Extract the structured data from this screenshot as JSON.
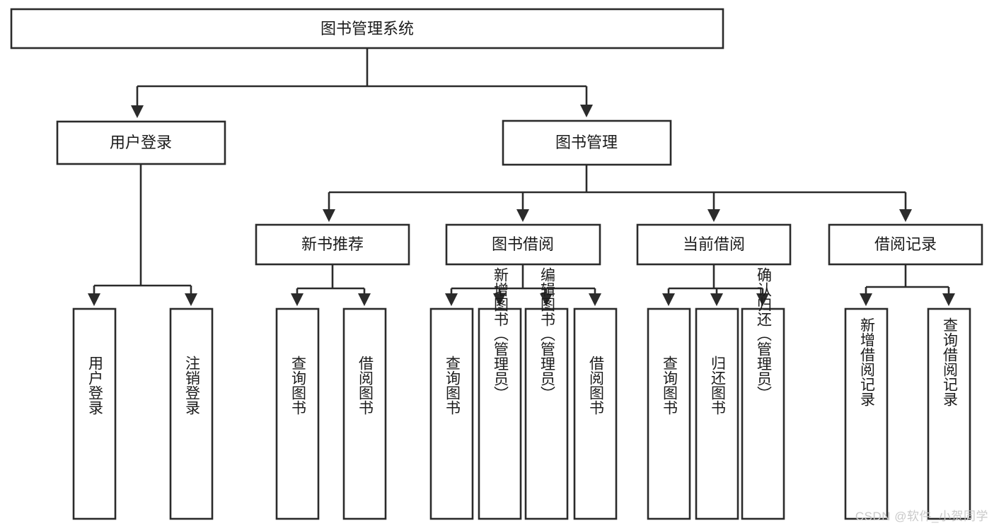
{
  "diagram": {
    "type": "tree",
    "title": "图书管理系统",
    "watermark": "CSDN @软件_小贺同学",
    "colors": {
      "stroke": "#2b2b2b",
      "fill": "#ffffff",
      "text": "#1b1b1b",
      "watermark": "#c9c9c9"
    },
    "root": {
      "label": "图书管理系统",
      "orientation": "horizontal"
    },
    "level2": [
      {
        "label": "用户登录",
        "orientation": "horizontal"
      },
      {
        "label": "图书管理",
        "orientation": "horizontal"
      }
    ],
    "level3": [
      {
        "label": "新书推荐",
        "orientation": "horizontal",
        "parent": "图书管理"
      },
      {
        "label": "图书借阅",
        "orientation": "horizontal",
        "parent": "图书管理"
      },
      {
        "label": "当前借阅",
        "orientation": "horizontal",
        "parent": "图书管理"
      },
      {
        "label": "借阅记录",
        "orientation": "horizontal",
        "parent": "图书管理"
      }
    ],
    "leaves": {
      "用户登录": [
        {
          "label": "用户登录",
          "orientation": "vertical"
        },
        {
          "label": "注销登录",
          "orientation": "vertical"
        }
      ],
      "新书推荐": [
        {
          "label": "查询图书",
          "orientation": "vertical"
        },
        {
          "label": "借阅图书",
          "orientation": "vertical"
        }
      ],
      "图书借阅": [
        {
          "label": "查询图书",
          "orientation": "vertical"
        },
        {
          "label": "新增图书（管理员）",
          "orientation": "vertical"
        },
        {
          "label": "编辑图书（管理员）",
          "orientation": "vertical"
        },
        {
          "label": "借阅图书",
          "orientation": "vertical"
        }
      ],
      "当前借阅": [
        {
          "label": "查询图书",
          "orientation": "vertical"
        },
        {
          "label": "归还图书",
          "orientation": "vertical"
        },
        {
          "label": "确认归还（管理员）",
          "orientation": "vertical"
        }
      ],
      "借阅记录": [
        {
          "label": "新增借阅记录",
          "orientation": "vertical"
        },
        {
          "label": "查询借阅记录",
          "orientation": "vertical"
        }
      ]
    }
  },
  "nodes": {
    "root": "图书管理系统",
    "user_login": "用户登录",
    "book_manage": "图书管理",
    "new_book_rec": "新书推荐",
    "book_borrow": "图书借阅",
    "current_borrow": "当前借阅",
    "borrow_record": "借阅记录",
    "leaf_user_login": "用户登录",
    "leaf_logout": "注销登录",
    "leaf_query_book_1": "查询图书",
    "leaf_borrow_book_1": "借阅图书",
    "leaf_query_book_2": "查询图书",
    "leaf_add_book": "新增图书（管理员）",
    "leaf_edit_book": "编辑图书（管理员）",
    "leaf_borrow_book_2": "借阅图书",
    "leaf_query_book_3": "查询图书",
    "leaf_return_book": "归还图书",
    "leaf_confirm_return": "确认归还（管理员）",
    "leaf_add_record": "新增借阅记录",
    "leaf_query_record": "查询借阅记录"
  },
  "watermark": {
    "text": "CSDN @软件_小贺同学"
  }
}
